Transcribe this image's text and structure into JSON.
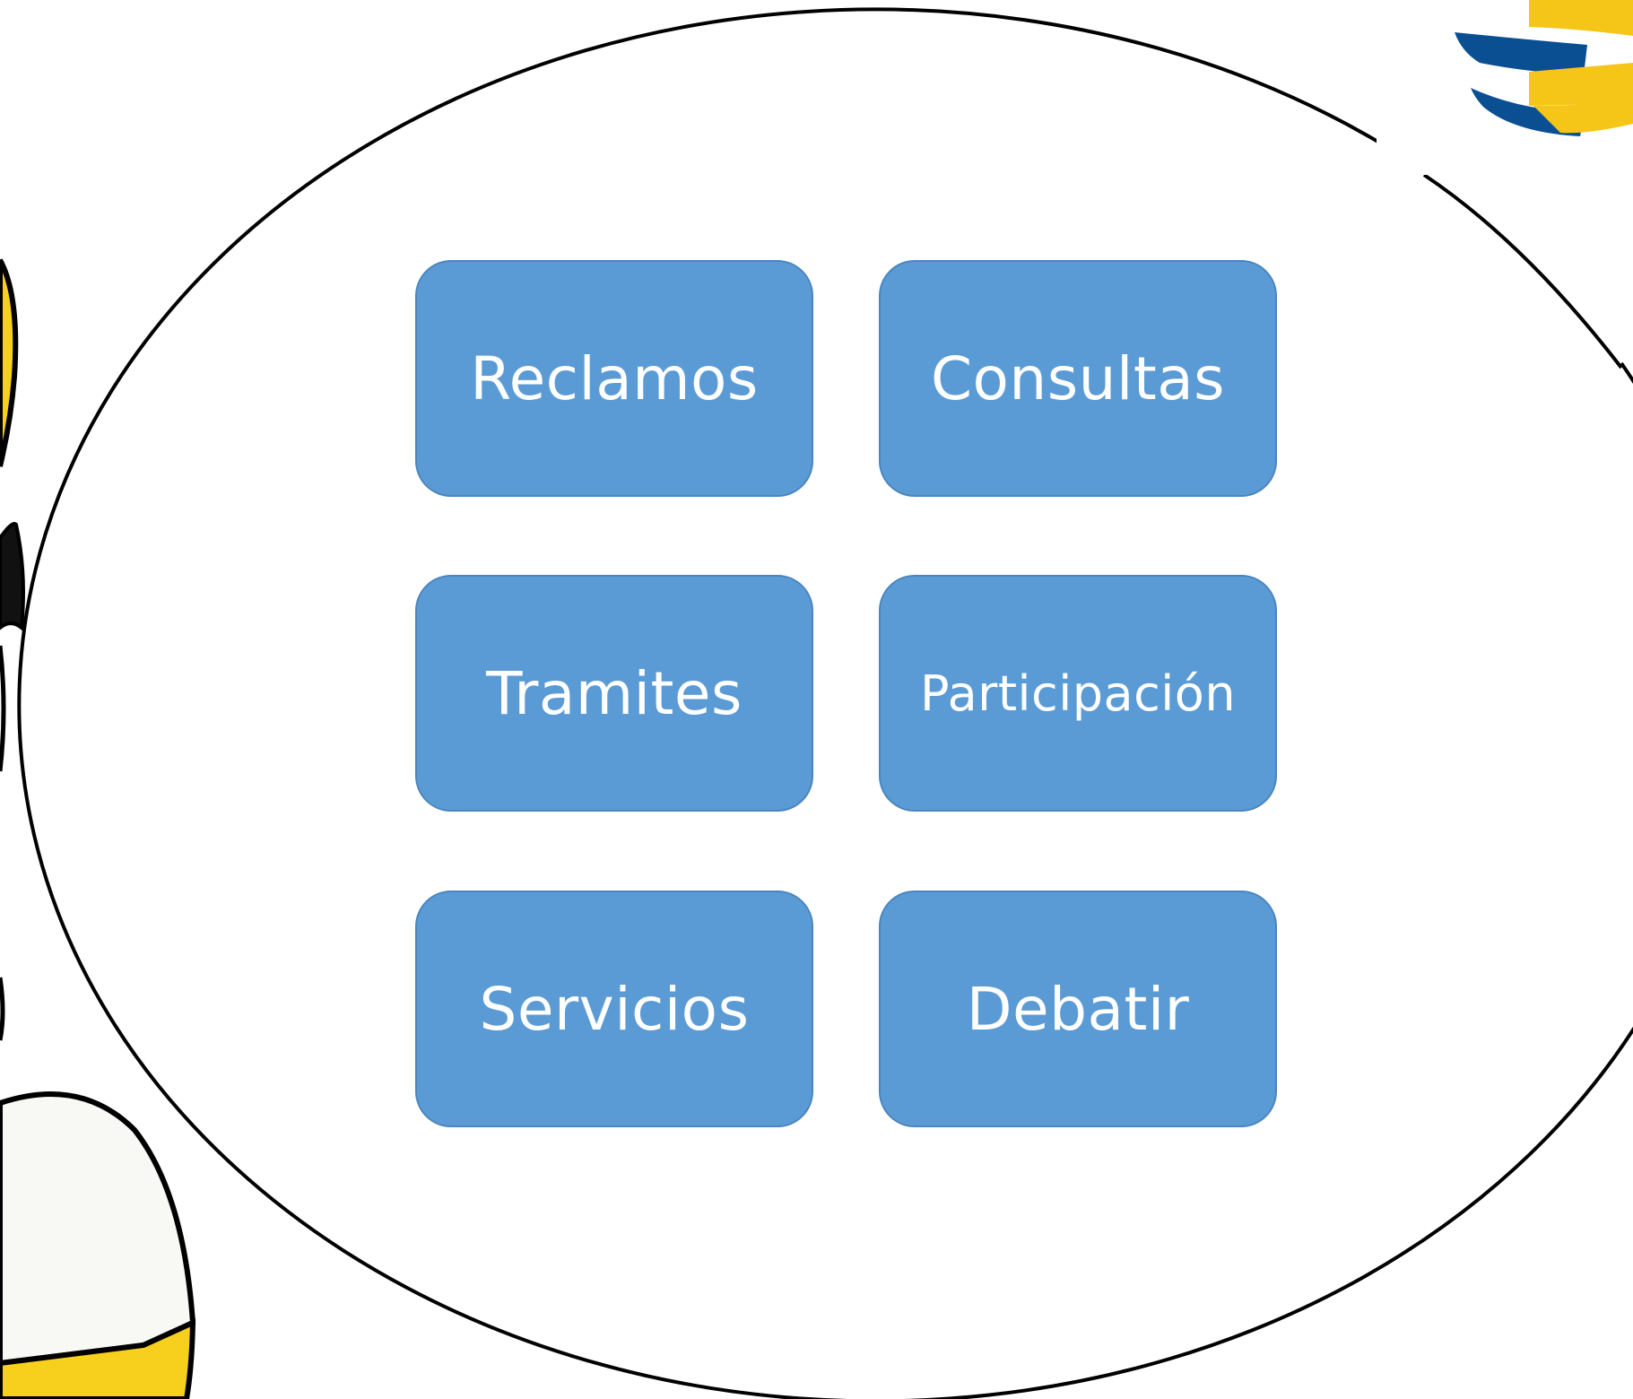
{
  "menu": {
    "items": [
      {
        "label": "Reclamos"
      },
      {
        "label": "Consultas"
      },
      {
        "label": "Tramites"
      },
      {
        "label": "Participación"
      },
      {
        "label": "Servicios"
      },
      {
        "label": "Debatir"
      }
    ]
  },
  "colors": {
    "button_fill": "#5b9bd5",
    "button_border": "#4a85bd",
    "button_text": "#ffffff",
    "bubble_outline": "#000000",
    "logo_blue": "#0b4f93",
    "logo_yellow": "#f5c518",
    "character_yellow": "#f7cf1d"
  },
  "icons": {
    "logo": "logo-mark-icon",
    "character": "cartoon-character-icon"
  }
}
